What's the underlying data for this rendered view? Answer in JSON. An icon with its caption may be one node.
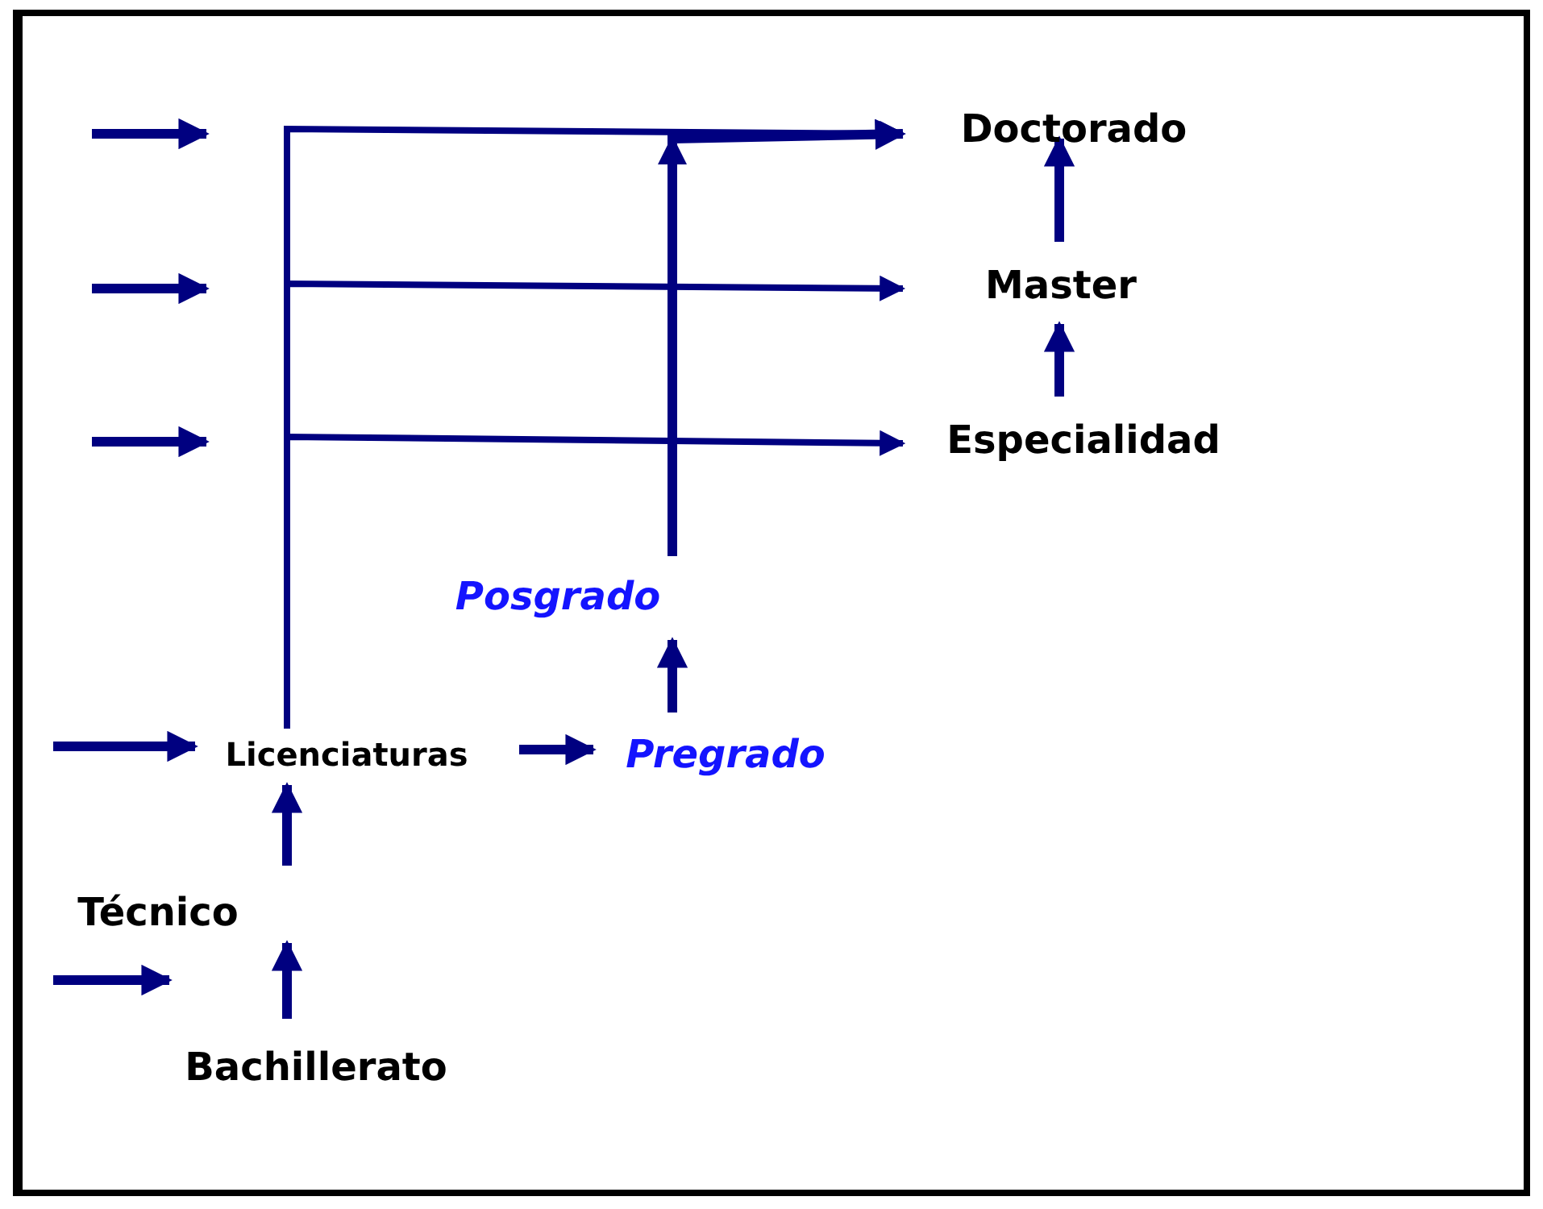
{
  "diagram": {
    "nodes": [
      {
        "text": [
          "Doctorado"
        ]
      },
      {
        "text": [
          "Master"
        ]
      },
      {
        "text": [
          "Especialidad"
        ]
      },
      {
        "text": [
          "Posgrado"
        ]
      },
      {
        "text": [
          "Licenciaturas"
        ]
      },
      {
        "text": [
          "Pregrado"
        ]
      },
      {
        "text": [
          "Técnico"
        ]
      },
      {
        "text": [
          "Bachillerato"
        ]
      }
    ],
    "edges": [
      {
        "from": 4,
        "to": 0,
        "arrow": "to"
      },
      {
        "from": 4,
        "to": 1,
        "arrow": "to"
      },
      {
        "from": 4,
        "to": 2,
        "arrow": "to"
      },
      {
        "from": 3,
        "to": 0,
        "arrow": "to"
      },
      {
        "from": 1,
        "to": 0,
        "arrow": "to"
      },
      {
        "from": 2,
        "to": 1,
        "arrow": "to"
      },
      {
        "from": 5,
        "to": 3,
        "arrow": "to"
      },
      {
        "from": 4,
        "to": 5,
        "arrow": "to"
      },
      {
        "from": 6,
        "to": 4,
        "arrow": "to"
      },
      {
        "from": 7,
        "to": 6,
        "arrow": "to"
      },
      {
        "from": null,
        "to": 4,
        "arrow": "to"
      }
    ]
  }
}
